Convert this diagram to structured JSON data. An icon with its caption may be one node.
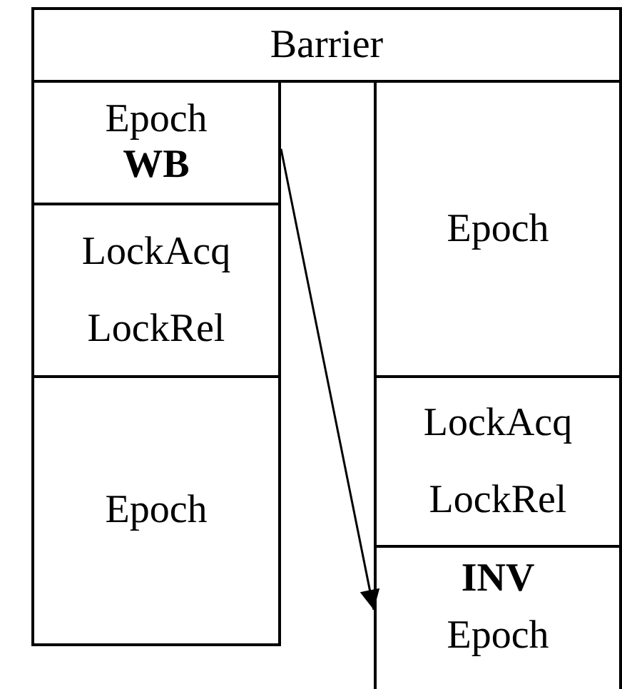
{
  "diagram": {
    "nodes": [
      {
        "text": [
          "Barrier"
        ]
      },
      {
        "text": [
          "Epoch",
          "WB"
        ]
      },
      {
        "text": [
          "LockAcq",
          "LockRel"
        ]
      },
      {
        "text": [
          "Epoch"
        ]
      },
      {
        "text": [
          "Epoch"
        ]
      },
      {
        "text": [
          "LockAcq",
          "LockRel"
        ]
      },
      {
        "text": [
          "INV",
          "Epoch"
        ]
      }
    ],
    "edges": [
      {
        "from": 1,
        "to": 6,
        "arrow": "to"
      }
    ]
  }
}
